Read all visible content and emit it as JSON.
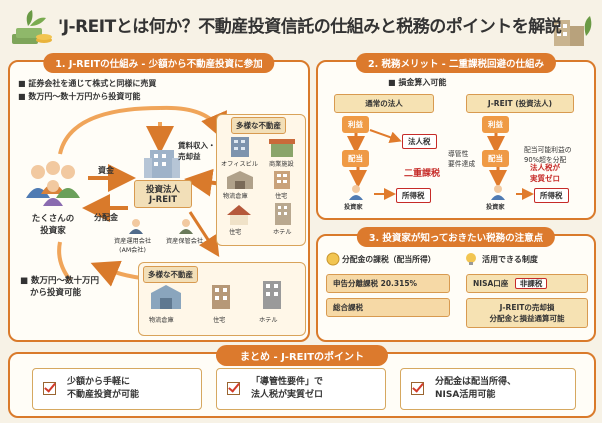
{
  "title": "'J-REITとは何か？不動産投資信託の仕組みと税務のポイントを解説",
  "section1": {
    "heading": "1. J-REITの仕組み - 少額から不動産投資に参加",
    "bullets": [
      "証券会社を通じて株式と同様に売買",
      "数万円～数十万円から投資可能"
    ],
    "investors_label": [
      "たくさんの",
      "投資家"
    ],
    "funds_label": "資金",
    "distribution_label": "分配金",
    "reit_label": [
      "投資法人",
      "J-REIT"
    ],
    "income_label": [
      "賃料収入・",
      "売却益"
    ],
    "asset_manager": [
      "資産運用会社",
      "(AM会社)"
    ],
    "custodian": "資産保管会社",
    "properties_top_title": "多様な不動産",
    "properties_top": [
      "オフィスビル",
      "商業施設",
      "物流倉庫",
      "住宅",
      "住宅",
      "ホテル"
    ],
    "properties_bottom_title": "多様な不動産",
    "properties_bottom": [
      "物流倉庫",
      "住宅",
      "ホテル"
    ],
    "bottom_note": [
      "数万円～数十万円",
      "から投資可能"
    ]
  },
  "section2": {
    "heading": "2. 税務メリット - 二重課税回避の仕組み",
    "note": "損金算入可能",
    "normal": {
      "title": "通常の法人",
      "profit": "利益",
      "corp_tax": "法人税",
      "distribution": "配当",
      "double_tax": "二重課税",
      "investor": "投資家",
      "income_tax": "所得税"
    },
    "reit": {
      "title": "J-REIT (投資法人)",
      "profit": "利益",
      "conduit": [
        "導管性",
        "要件達成"
      ],
      "distribution": "配当",
      "rule": [
        "配当可能利益の",
        "90%超を分配"
      ],
      "zero_tax": [
        "法人税が",
        "実質ゼロ"
      ],
      "investor": "投資家",
      "income_tax": "所得税"
    }
  },
  "section3": {
    "heading": "3. 投資家が知っておきたい税務の注意点",
    "left_title": "分配金の課税（配当所得）",
    "withholding": "申告分離課税 20.315%",
    "comprehensive": "総合課税",
    "right_title": "活用できる制度",
    "nisa": "NISA口座",
    "nisa_tax": "非課税",
    "loss_offset": [
      "J-REITの売却損",
      "分配金と損益通算可能"
    ]
  },
  "summary": {
    "heading": "まとめ - J-REITのポイント",
    "items": [
      [
        "少額から手軽に",
        "不動産投資が可能"
      ],
      [
        "「導管性要件」で",
        "法人税が実質ゼロ"
      ],
      [
        "分配金は配当所得、",
        "NISA活用可能"
      ]
    ]
  },
  "colors": {
    "accent": "#dc7a2d",
    "background": "#f7f2e6",
    "red": "#c62b28"
  }
}
